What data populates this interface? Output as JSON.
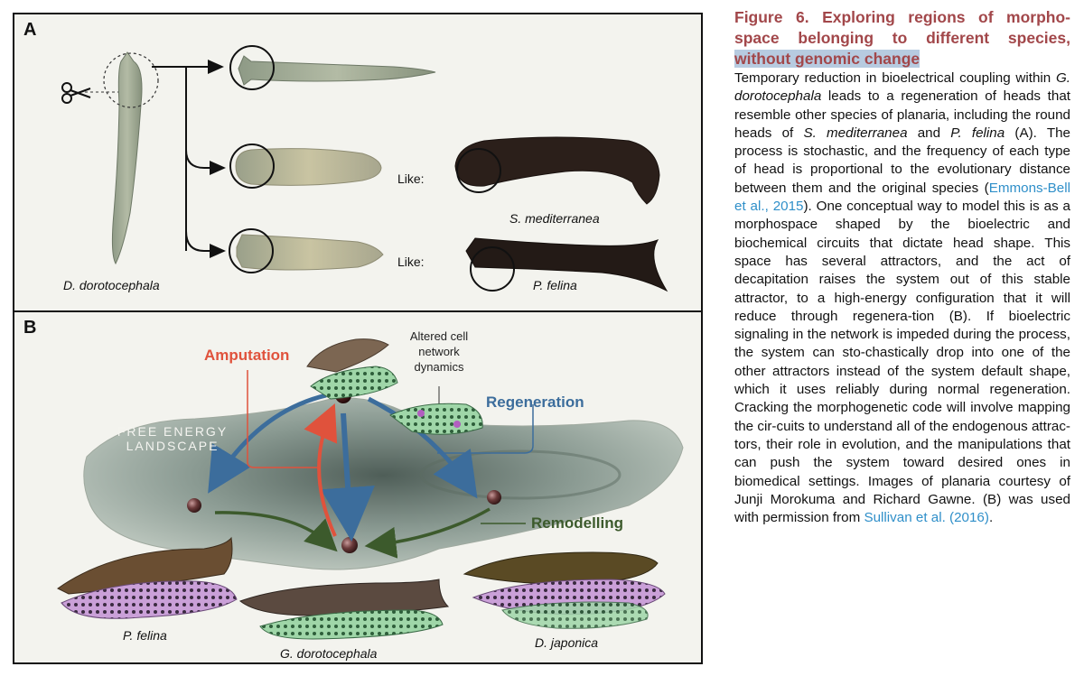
{
  "panel_a": {
    "letter": "A",
    "source_species": "D. dorotocephala",
    "like_label_1": "Like:",
    "like_label_2": "Like:",
    "species_1": "S. mediterranea",
    "species_2": "P. felina",
    "icons": [
      "scissors-icon"
    ]
  },
  "panel_b": {
    "letter": "B",
    "amputation": "Amputation",
    "regeneration": "Regeneration",
    "remodelling": "Remodelling",
    "landscape_line1": "FREE ENERGY",
    "landscape_line2": "LANDSCAPE",
    "altered_line1": "Altered cell",
    "altered_line2": "network",
    "altered_line3": "dynamics",
    "species_left": "P. felina",
    "species_center": "G. dorotocephala",
    "species_right": "D. japonica",
    "colors": {
      "amputation": "#e0523c",
      "regeneration": "#3c6d9c",
      "remodelling": "#3c5a2c"
    }
  },
  "caption": {
    "title_main": "Figure 6. Exploring regions of morpho-space belonging to different species,",
    "title_highlight": "without genomic change",
    "body": {
      "p1": "Temporary reduction in bioelectrical coupling within ",
      "i1": "G. dorotocephala",
      "p2": " leads to a regeneration of heads that resemble other species of planaria, including the round heads of ",
      "i2": "S. mediterranea",
      "p3": " and ",
      "i3": "P. felina",
      "p4": " (A). The process is stochastic, and the frequency of each type of head is proportional to the evolutionary distance between them and the original species (",
      "cite1": "Emmons-Bell et al., 2015",
      "p5": "). One conceptual way to model this is as a morphospace shaped by the bioelectric and biochemical circuits that dictate head shape. This space has several attractors, and the act of decapitation raises the system out of this stable attractor, to a high-energy configuration that it will reduce through regenera-tion (B). If bioelectric signaling in the network is impeded during the process, the system can sto-chastically drop into one of the other attractors instead of the system default shape, which it uses reliably during normal regeneration. Cracking the morphogenetic code will involve mapping the cir-cuits to understand all of the endogenous attrac-tors, their role in evolution, and the manipulations that can push the system toward desired ones in biomedical settings. Images of planaria courtesy of Junji Morokuma and Richard Gawne. (B) was used with permission from ",
      "cite2": "Sullivan et al. (2016)",
      "p6": "."
    }
  }
}
